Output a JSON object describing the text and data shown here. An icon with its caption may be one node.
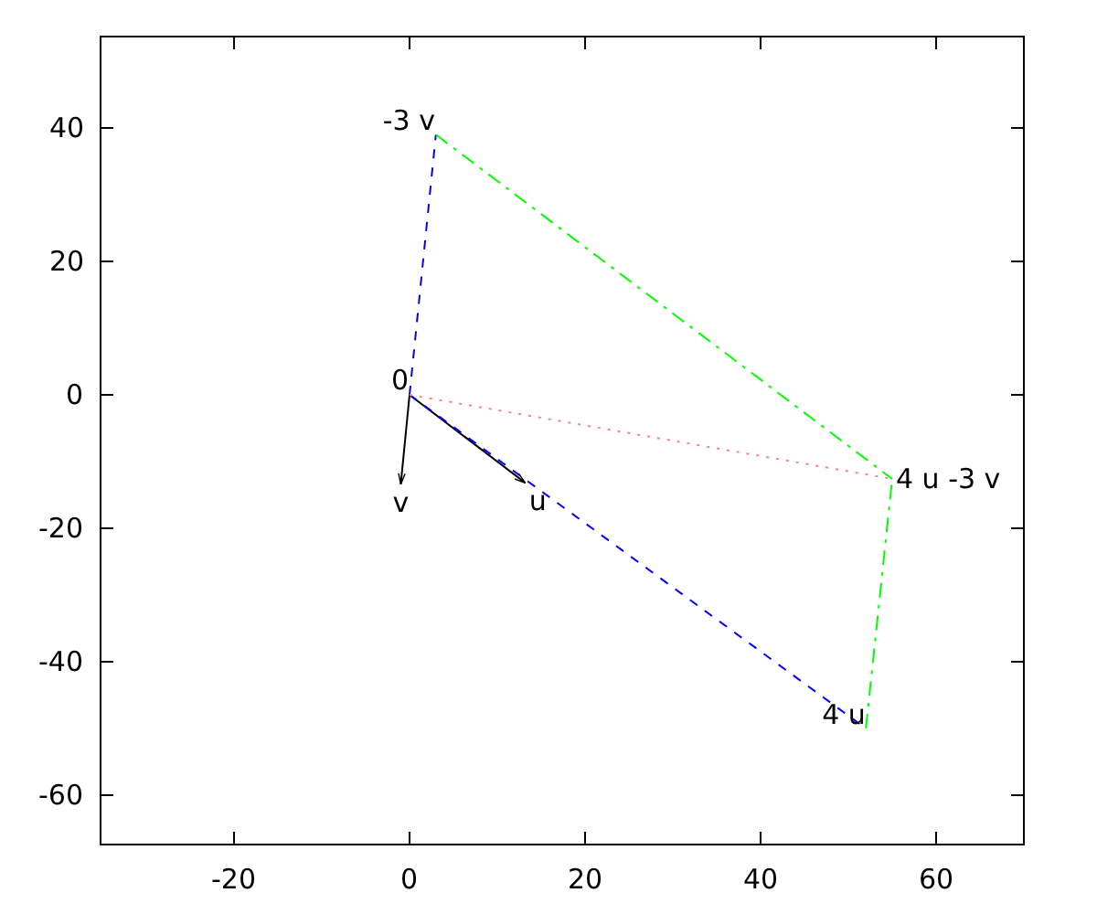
{
  "diagram": {
    "nodes": [
      {
        "text": [
          "0"
        ]
      },
      {
        "text": [
          "v"
        ]
      },
      {
        "text": [
          "u"
        ]
      },
      {
        "text": [
          "4 u"
        ]
      },
      {
        "text": [
          "-3 v"
        ]
      },
      {
        "text": [
          "4 u -3 v"
        ]
      }
    ],
    "edges": [
      {
        "from": 0,
        "to": 1,
        "arrow": "to",
        "color": "#000000"
      },
      {
        "from": 0,
        "to": 2,
        "arrow": "to",
        "color": "#000000"
      },
      {
        "from": 0,
        "to": 3,
        "arrow": "none",
        "style": "dashed",
        "color": "#0000ff"
      },
      {
        "from": 0,
        "to": 4,
        "arrow": "none",
        "style": "dashed",
        "color": "#0000ff"
      },
      {
        "from": 4,
        "to": 5,
        "arrow": "none",
        "style": "dashed",
        "color": "#00ff00"
      },
      {
        "from": 3,
        "to": 5,
        "arrow": "none",
        "style": "dashed",
        "color": "#00ff00"
      },
      {
        "from": 0,
        "to": 5,
        "arrow": "none",
        "style": "dashed",
        "color": "#ff8080"
      }
    ],
    "labels": [
      "40",
      "20",
      "0",
      "-20",
      "-40",
      "-60",
      "-20",
      "0",
      "20",
      "40",
      "60"
    ]
  }
}
